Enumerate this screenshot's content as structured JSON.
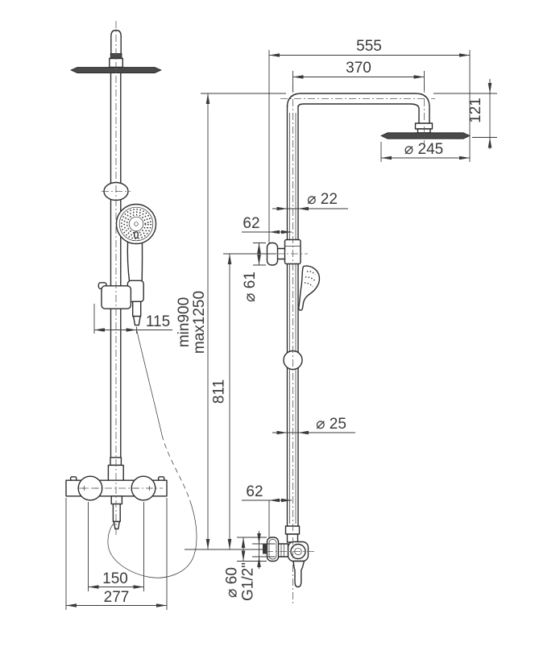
{
  "drawing": {
    "kind": "shower-column-technical-drawing",
    "dims": {
      "d555": "555",
      "d370": "370",
      "d121": "121",
      "d245": "⌀ 245",
      "d22": "⌀ 22",
      "d62_upper": "62",
      "d61": "⌀ 61",
      "min_height": "min900",
      "max_height": "max1250",
      "d811": "811",
      "d25": "⌀ 25",
      "d62_lower": "62",
      "d60": "⌀ 60",
      "thread": "G1/2\"",
      "d115": "115",
      "d150": "150",
      "d277": "277"
    }
  }
}
